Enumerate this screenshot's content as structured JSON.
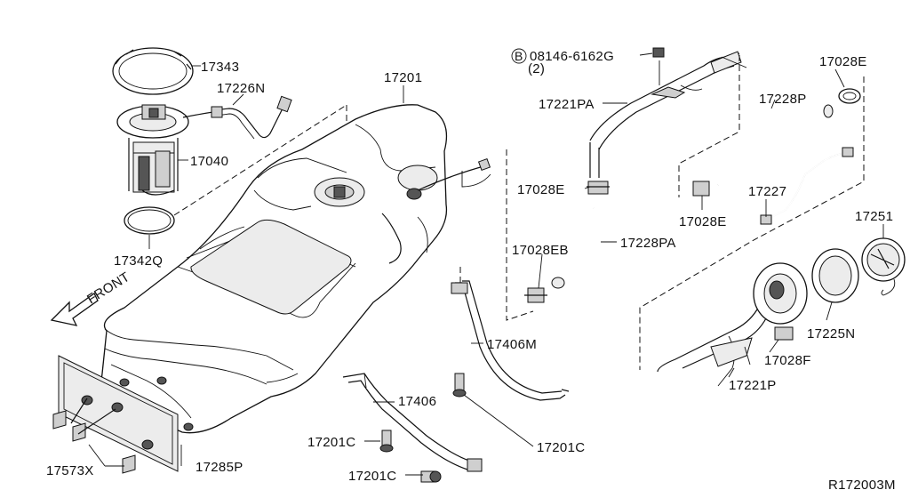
{
  "diagram": {
    "reference": "R172003M",
    "front_label": "FRONT",
    "bolt_ref": {
      "marker": "B",
      "code": "08146-6162G",
      "qty": "(2)"
    },
    "parts": {
      "p17343": "17343",
      "p17226N": "17226N",
      "p17040": "17040",
      "p17342Q": "17342Q",
      "p17201": "17201",
      "p17221PA": "17221PA",
      "p17028E_top": "17028E",
      "p17228P": "17228P",
      "p17028E_mid": "17028E",
      "p17028E_right": "17028E",
      "p17227": "17227",
      "p17028EB": "17028EB",
      "p17228PA": "17228PA",
      "p17251": "17251",
      "p17406M": "17406M",
      "p17225N": "17225N",
      "p17028F": "17028F",
      "p17221P": "17221P",
      "p17406": "17406",
      "p17201C_a": "17201C",
      "p17201C_b": "17201C",
      "p17201C_c": "17201C",
      "p17573X": "17573X",
      "p17285P": "17285P"
    }
  }
}
